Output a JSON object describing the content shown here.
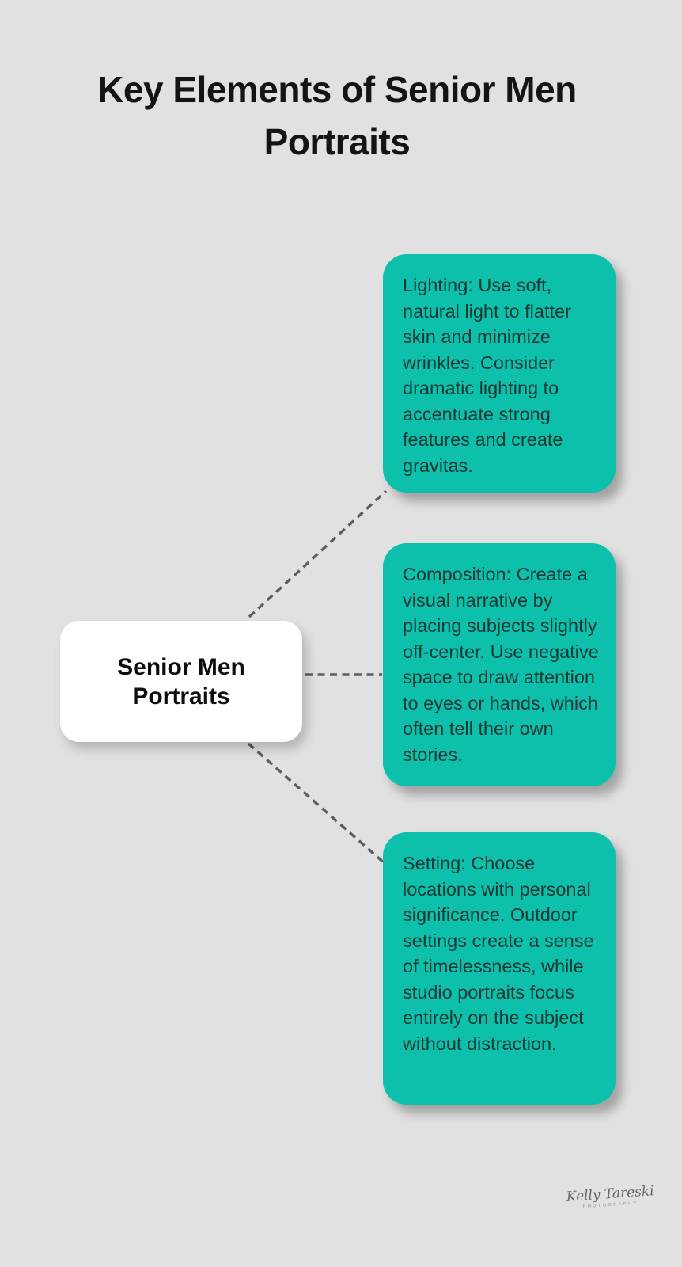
{
  "title": {
    "line1": "Key Elements of Senior Men",
    "line2": "Portraits"
  },
  "center_node": {
    "line1": "Senior Men",
    "line2": "Portraits"
  },
  "branches": [
    {
      "id": "lighting",
      "text": "Lighting: Use soft, natural light to flatter skin and minimize wrinkles. Consider dramatic lighting to accentuate strong features and create gravitas."
    },
    {
      "id": "composition",
      "text": "Composition: Create a visual narrative by placing subjects slightly off-center. Use negative space to draw attention to eyes or hands, which often tell their own stories."
    },
    {
      "id": "setting",
      "text": "Setting: Choose locations with personal significance. Outdoor settings create a sense of timelessness, while studio portraits focus entirely on the subject without distraction."
    }
  ],
  "signature": {
    "name": "Kelly Tareski",
    "subtitle": "PHOTOGRAPHY"
  },
  "colors": {
    "background": "#e0e1e0",
    "branch_fill": "#0cc0ab",
    "branch_text": "#1b3833",
    "center_fill": "#ffffff",
    "title_text": "#141414",
    "connector": "#5d5d5d"
  }
}
